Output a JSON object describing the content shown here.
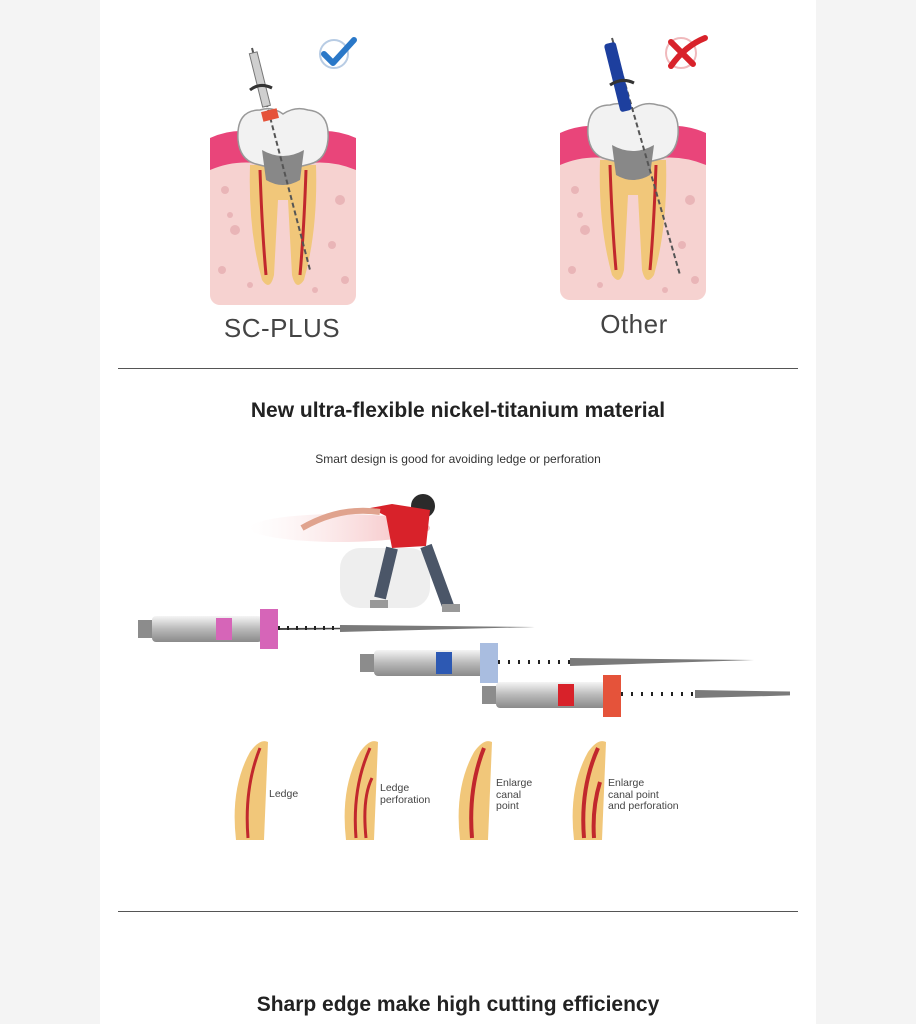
{
  "comparison": {
    "left_label": "SC-PLUS",
    "right_label": "Other",
    "left_status_icon": "check-icon",
    "right_status_icon": "cross-icon",
    "colors": {
      "check": "#2a78c8",
      "cross": "#d8222a",
      "gum": "#e9457a",
      "sc_plus_stopper": "#e5533a",
      "other_file": "#1d3f9e"
    }
  },
  "section_material": {
    "title": "New ultra-flexible nickel-titanium material",
    "subtitle": "Smart design is good for avoiding ledge or perforation",
    "file_colors": [
      "#d665b8",
      "#a9bde0",
      "#e5533a"
    ],
    "canal_labels": [
      "Ledge",
      "Ledge\nperforation",
      "Enlarge\ncanal\npoint",
      "Enlarge\ncanal point\nand perforation"
    ]
  },
  "section_cutting": {
    "title": "Sharp edge make high cutting efficiency"
  }
}
